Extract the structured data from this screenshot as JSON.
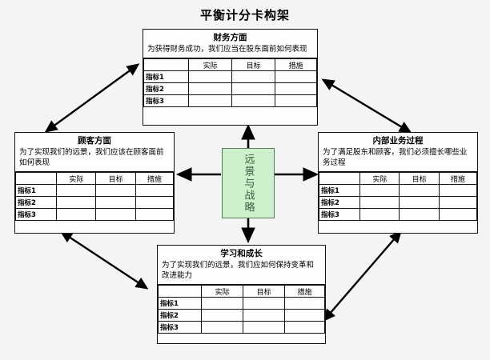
{
  "page": {
    "title": "平衡计分卡构架",
    "background_color": "#f4f4f4"
  },
  "center": {
    "label": "远景与战略",
    "fill_color": "#cdf0cd",
    "border_color": "#5a7a5a"
  },
  "table_headers": {
    "blank": "",
    "actual": "实际",
    "target": "目标",
    "measure": "措施"
  },
  "row_labels": {
    "r1": "指标1",
    "r2": "指标2",
    "r3": "指标3"
  },
  "perspectives": {
    "financial": {
      "title": "财务方面",
      "description": "为获得财务成功，我们应当在股东面前如何表现"
    },
    "customer": {
      "title": "顾客方面",
      "description": "为了实现我们的远景，我们应该在顾客面前如何表现"
    },
    "internal": {
      "title": "内部业务过程",
      "description": "为了满足股东和顾客，我们必须擅长哪些业务过程"
    },
    "learning": {
      "title": "学习和成长",
      "description": "为了实现我们的远景，我们应如何保持变革和改进能力"
    }
  },
  "arrows": {
    "center_up": "center-to-financial-arrow",
    "center_down": "center-to-learning-arrow",
    "center_left": "center-to-customer-arrow",
    "center_right": "center-to-internal-arrow",
    "diag_tl": "customer-financial-double-arrow",
    "diag_tr": "financial-internal-double-arrow",
    "diag_bl": "customer-learning-double-arrow",
    "diag_br": "learning-internal-double-arrow"
  }
}
